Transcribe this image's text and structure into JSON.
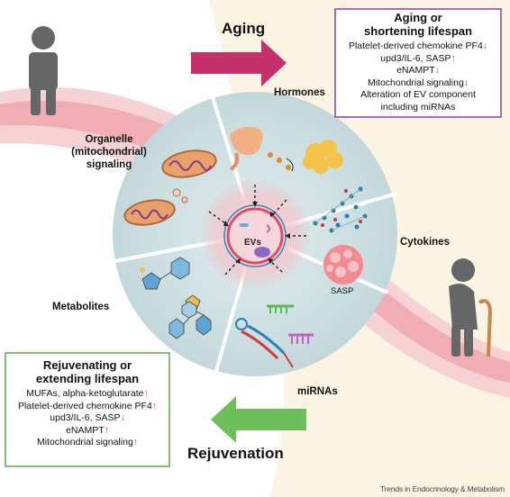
{
  "title_aging": "Aging",
  "title_rejuvenation": "Rejuvenation",
  "center_label": "EVs",
  "segments": {
    "hormones": "Hormones",
    "cytokines": "Cytokines",
    "mirnas": "miRNAs",
    "metabolites": "Metabolites",
    "organelle": [
      "Organelle",
      "(mitochondrial)",
      "signaling"
    ]
  },
  "sasp_label": "SASP",
  "aging_box": {
    "heading": [
      "Aging or",
      "shortening lifespan"
    ],
    "items": [
      {
        "text": "Platelet-derived chemokine PF4",
        "arrow": "↓"
      },
      {
        "text": "upd3/IL-6, SASP",
        "arrow": "↑"
      },
      {
        "text": "eNAMPT",
        "arrow": "↓"
      },
      {
        "text": "Mitochondrial signaling",
        "arrow": "↓"
      },
      {
        "text": "Alteration of EV component",
        "arrow": ""
      },
      {
        "text": "including miRNAs",
        "arrow": ""
      }
    ]
  },
  "rejuv_box": {
    "heading": [
      "Rejuvenating or",
      "extending lifespan"
    ],
    "items": [
      {
        "text": "MUFAs, alpha-ketoglutarate",
        "arrow": "↑"
      },
      {
        "text": "Platelet-derived chemokine PF4",
        "arrow": "↑"
      },
      {
        "text": "upd3/IL-6, SASP",
        "arrow": "↓"
      },
      {
        "text": "eNAMPT",
        "arrow": "↑"
      },
      {
        "text": "Mitochondrial signaling",
        "arrow": "↑"
      }
    ]
  },
  "credit": "Trends in Endocrinology & Metabolism",
  "colors": {
    "aging_arrow": "#c4316a",
    "rejuv_arrow": "#6cbf5a",
    "aging_box_border": "#8e3fa0",
    "rejuv_box_border": "#5aa84a",
    "cream_bg": "#fbf4e2",
    "band": "#f2b8bd",
    "circle": "#cfe1e3"
  }
}
